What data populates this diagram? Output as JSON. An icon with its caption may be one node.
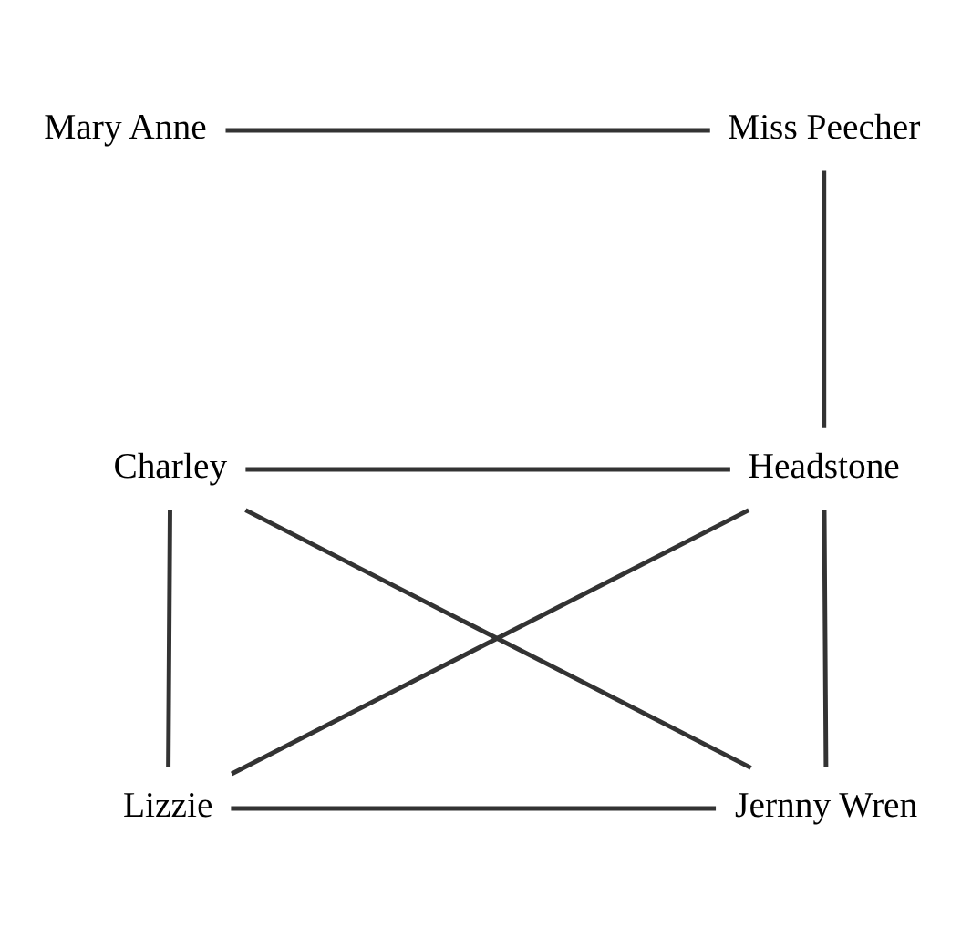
{
  "diagram": {
    "nodes": [
      {
        "text": [
          "Mary Anne"
        ]
      },
      {
        "text": [
          "Miss Peecher"
        ]
      },
      {
        "text": [
          "Charley"
        ]
      },
      {
        "text": [
          "Headstone"
        ]
      },
      {
        "text": [
          "Lizzie"
        ]
      },
      {
        "text": [
          "Jernny Wren"
        ]
      }
    ],
    "edges": [
      {
        "from": 0,
        "to": 1,
        "arrow": "none"
      },
      {
        "from": 1,
        "to": 3,
        "arrow": "none"
      },
      {
        "from": 2,
        "to": 3,
        "arrow": "none"
      },
      {
        "from": 2,
        "to": 4,
        "arrow": "none"
      },
      {
        "from": 2,
        "to": 5,
        "arrow": "none"
      },
      {
        "from": 3,
        "to": 4,
        "arrow": "none"
      },
      {
        "from": 3,
        "to": 5,
        "arrow": "none"
      },
      {
        "from": 4,
        "to": 5,
        "arrow": "none"
      }
    ]
  }
}
